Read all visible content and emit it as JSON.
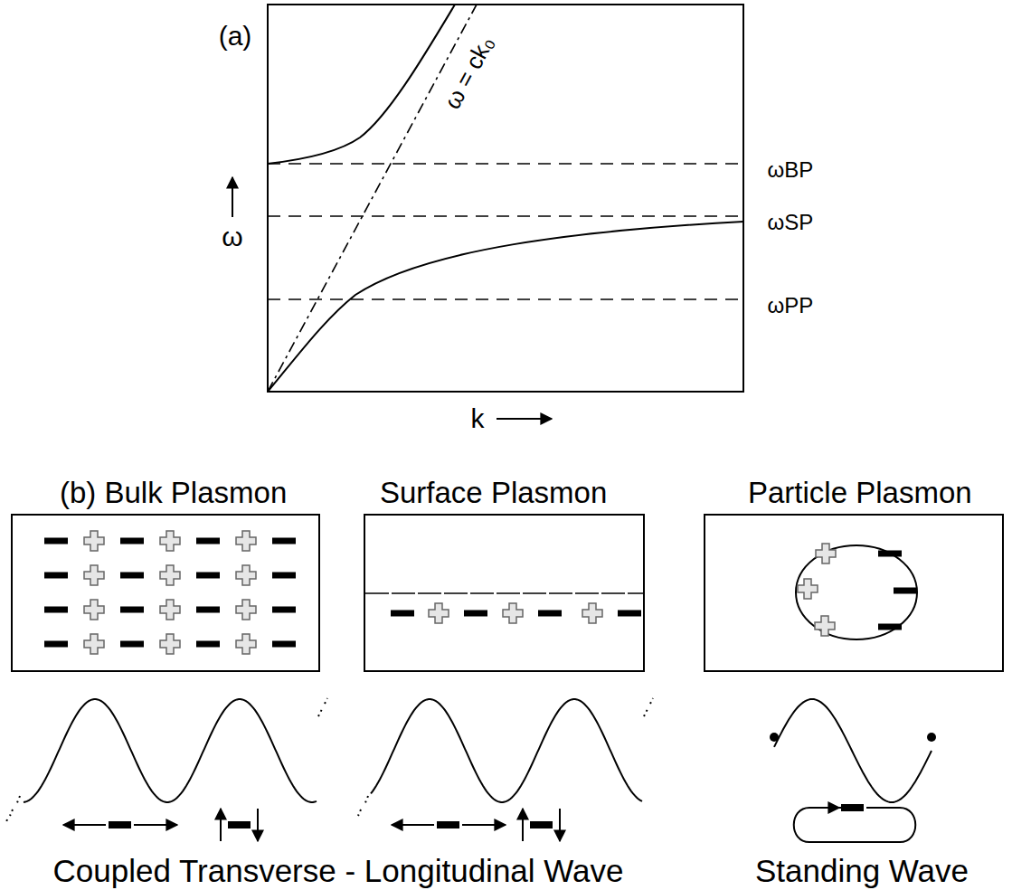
{
  "diagram": {
    "nodes": [
      {
        "text": [
          "(b) Bulk Plasmon"
        ]
      },
      {
        "text": [
          "Surface Plasmon"
        ]
      },
      {
        "text": [
          "Particle Plasmon"
        ]
      }
    ],
    "labels": [
      "(a)",
      "ω",
      "k",
      "ω = ck₀",
      "ωBP",
      "ωSP",
      "ωPP",
      "Coupled Transverse - Longitudinal Wave",
      "Standing Wave"
    ]
  }
}
